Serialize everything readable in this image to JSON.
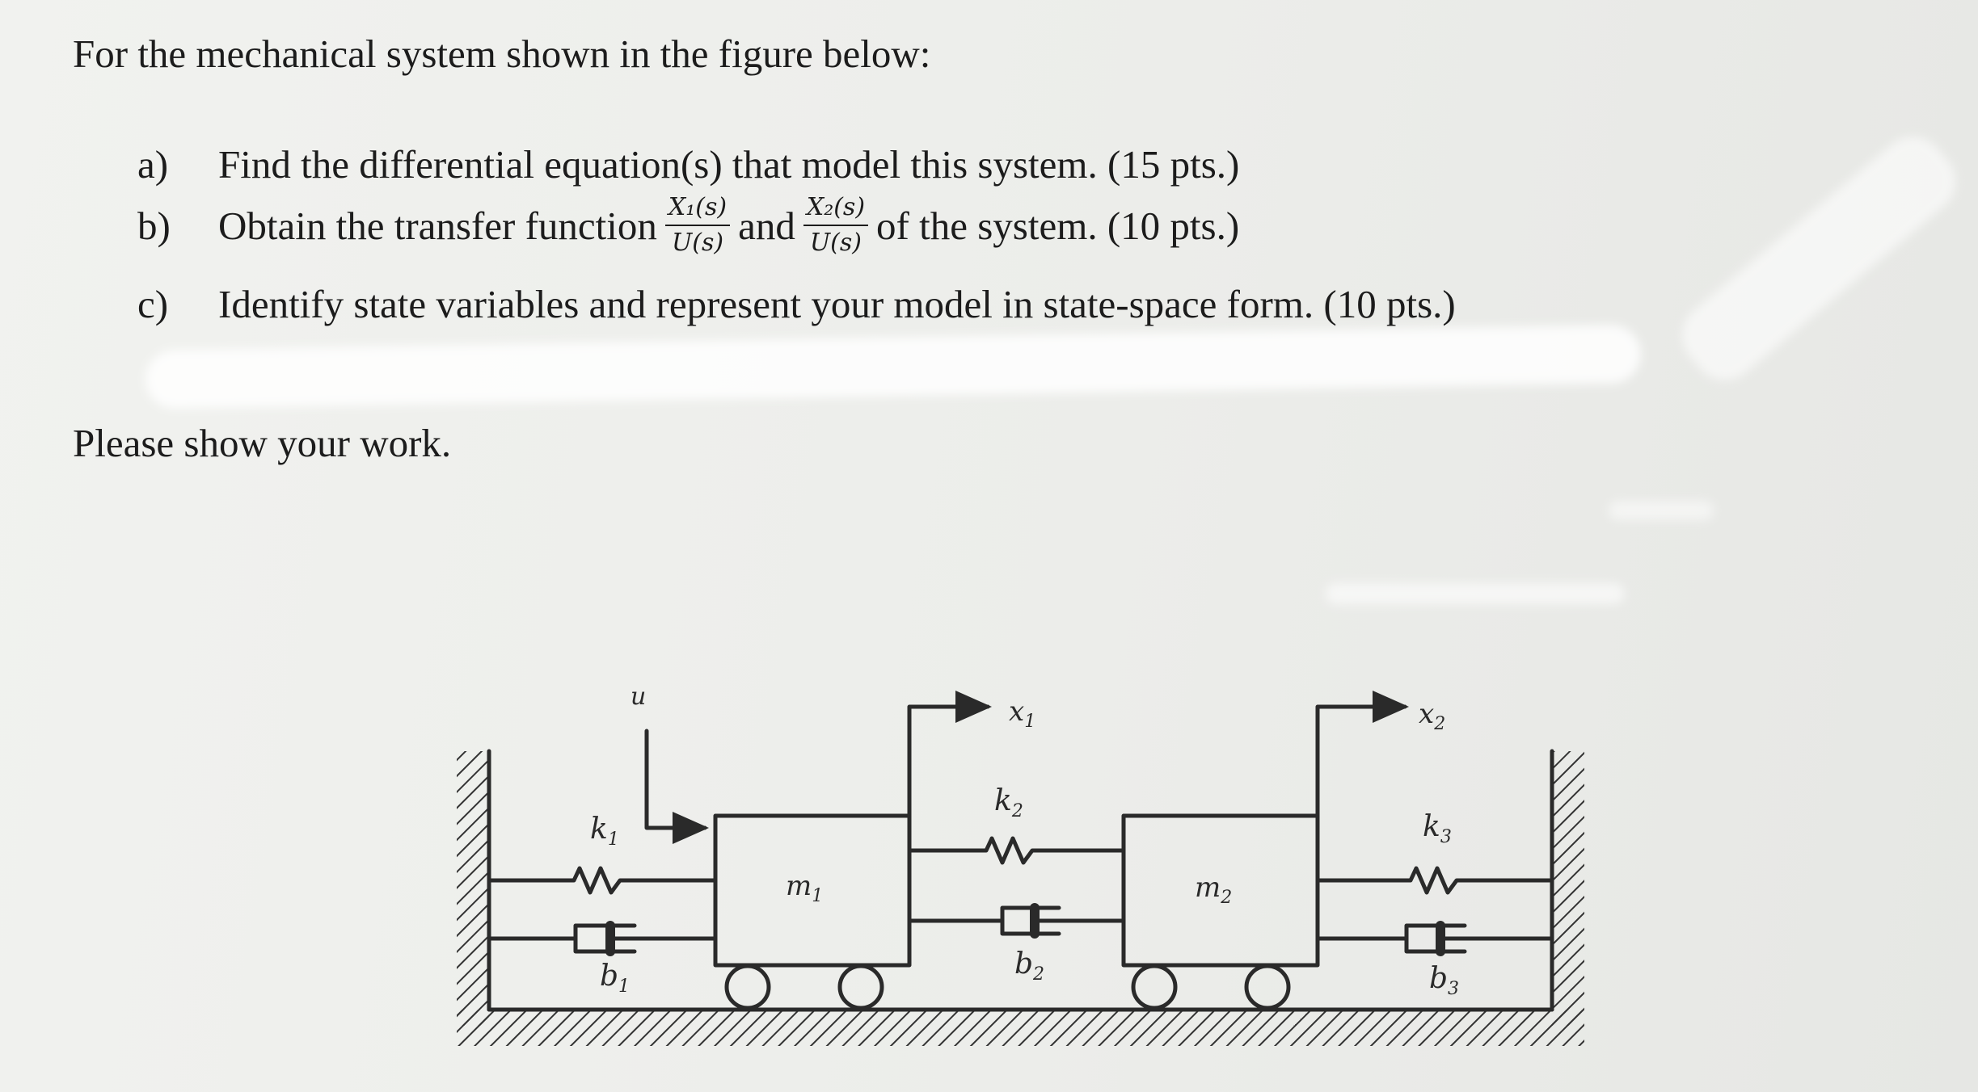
{
  "problem": {
    "heading": "For the mechanical system shown in the figure below:",
    "items": [
      {
        "label": "a)",
        "text": "Find the differential equation(s) that model this system. (15 pts.)"
      },
      {
        "label": "b)",
        "before": "Obtain the transfer function",
        "frac1_num": "X₁(s)",
        "frac1_den": "U(s)",
        "middle": "and",
        "frac2_num": "X₂(s)",
        "frac2_den": "U(s)",
        "after": "of the system. (10 pts.)"
      },
      {
        "label": "c)",
        "text": "Identify state variables and represent your model in state-space form. (10 pts.)"
      }
    ],
    "closing": "Please show your work."
  },
  "figure": {
    "input_label": "u",
    "disp1_label": "x",
    "disp1_sub": "1",
    "disp2_label": "x",
    "disp2_sub": "2",
    "k1": "k",
    "k1_sub": "1",
    "k2": "k",
    "k2_sub": "2",
    "k3": "k",
    "k3_sub": "3",
    "b1": "b",
    "b1_sub": "1",
    "b2": "b",
    "b2_sub": "2",
    "b3": "b",
    "b3_sub": "3",
    "m1": "m",
    "m1_sub": "1",
    "m2": "m",
    "m2_sub": "2"
  }
}
